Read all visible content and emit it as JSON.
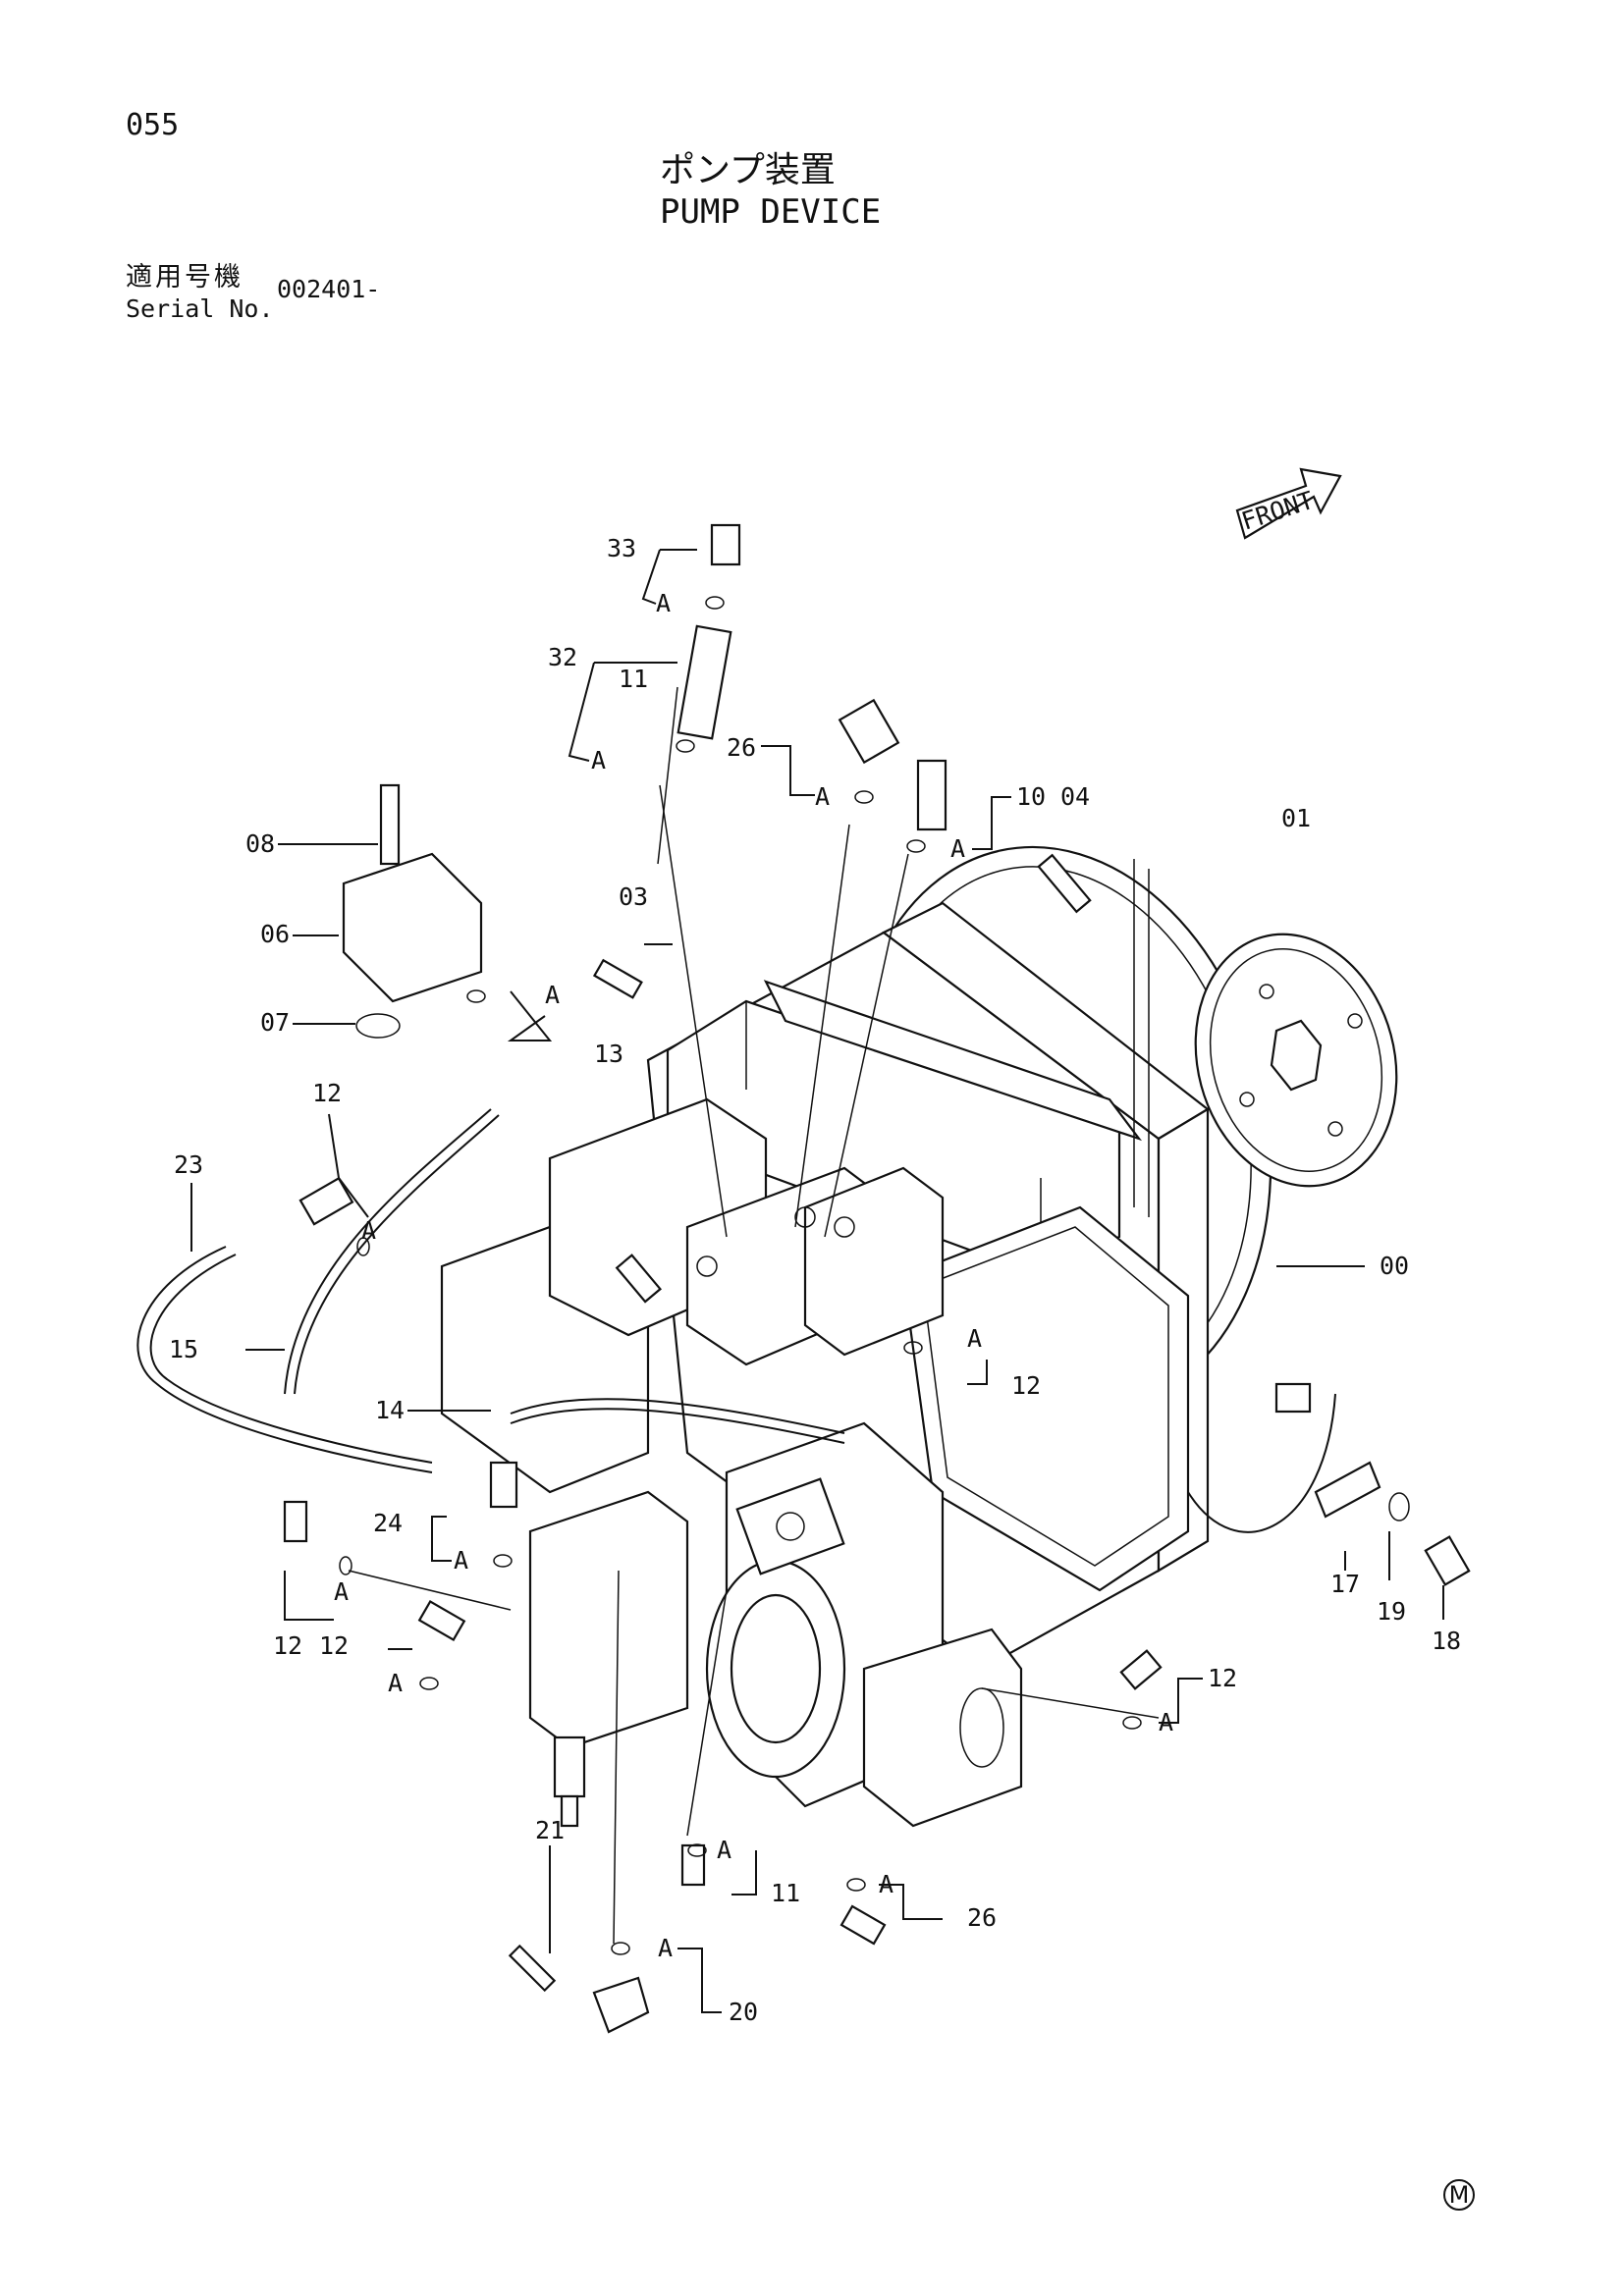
{
  "header": {
    "page_number": "055",
    "title_ja": "ポンプ装置",
    "title_en": "PUMP DEVICE",
    "serial_label_ja": "適用号機",
    "serial_label_en": "Serial No.",
    "serial_value": "002401-"
  },
  "front_label": "FRONT",
  "footer_mark": "M",
  "callouts": {
    "c33": "33",
    "c32": "32",
    "c11a": "11",
    "c26a": "26",
    "c10": "10",
    "c04": "04",
    "c01": "01",
    "c08": "08",
    "c06": "06",
    "c07": "07",
    "c03": "03",
    "c13": "13",
    "c12a": "12",
    "c23": "23",
    "c15": "15",
    "c14": "14",
    "c12b": "12",
    "c00": "00",
    "c24": "24",
    "c12c": "12",
    "c12d": "12",
    "c12e": "12",
    "c17": "17",
    "c19": "19",
    "c18": "18",
    "c21": "21",
    "c11b": "11",
    "c26b": "26",
    "c20": "20"
  },
  "a_marker": "A"
}
